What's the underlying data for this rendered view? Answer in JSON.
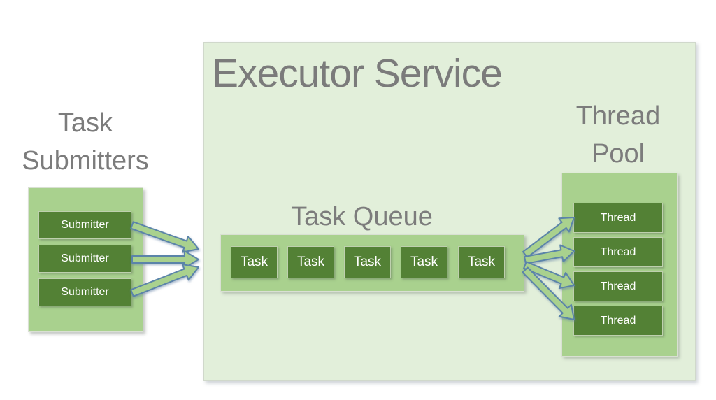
{
  "executor": {
    "title": "Executor Service"
  },
  "submitters": {
    "title_line1": "Task",
    "title_line2": "Submitters",
    "items": [
      "Submitter",
      "Submitter",
      "Submitter"
    ]
  },
  "queue": {
    "title": "Task Queue",
    "items": [
      "Task",
      "Task",
      "Task",
      "Task",
      "Task"
    ]
  },
  "thread_pool": {
    "title_line1": "Thread",
    "title_line2": "Pool",
    "items": [
      "Thread",
      "Thread",
      "Thread",
      "Thread"
    ]
  },
  "colors": {
    "panel_fill": "#e2efda",
    "container_fill": "#a9d18e",
    "node_fill": "#538135",
    "node_text": "#ffffff",
    "heading_text": "#7c7c7c",
    "arrow_fill": "#a9d18e",
    "arrow_outline": "#5b84a9"
  }
}
